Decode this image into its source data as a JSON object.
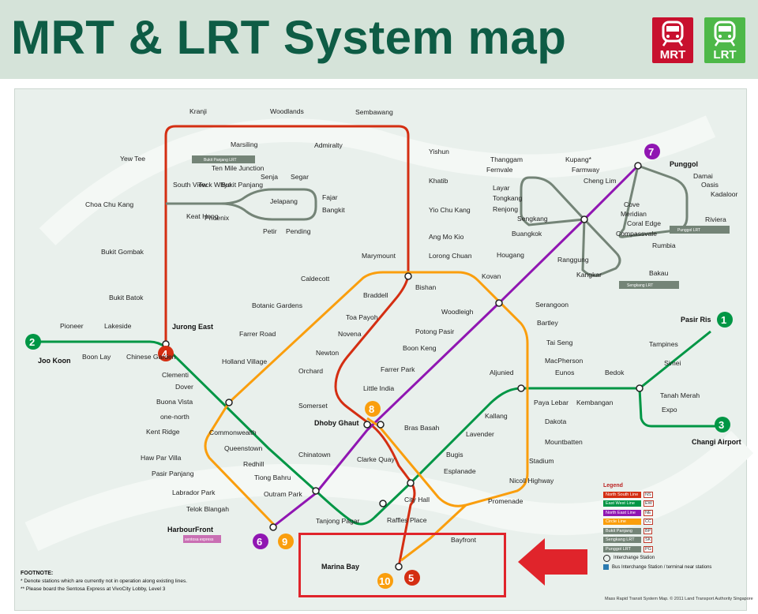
{
  "title": "MRT & LRT System map",
  "logos": {
    "mrt": "MRT",
    "lrt": "LRT"
  },
  "colors": {
    "ns": "#d42e12",
    "ew": "#009645",
    "ne": "#9016b2",
    "cc": "#fa9e0d",
    "lrt": "#748477",
    "header_bg": "#d5e3d9",
    "title": "#0e5c45",
    "highlight": "#e0242b"
  },
  "footnote": {
    "heading": "FOOTNOTE:",
    "lines": [
      "*  Denote stations which are currently not in operation along existing lines.",
      "**  Please board the Sentosa Express at VivoCity Lobby, Level 3"
    ]
  },
  "credit": "Mass Rapid Transit System Map. © 2011  Land Transport Authority  Singapore",
  "legend": {
    "title": "Legend",
    "items": [
      {
        "label": "North South Line",
        "code": "NS"
      },
      {
        "label": "East West Line",
        "code": "EW"
      },
      {
        "label": "North East Line",
        "code": "NE"
      },
      {
        "label": "Circle Line",
        "code": "CC"
      },
      {
        "label": "Bukit Panjang LRT",
        "code": "BP"
      },
      {
        "label": "Sengkang LRT",
        "code": "SK"
      },
      {
        "label": "Punggol LRT",
        "code": "PG"
      }
    ],
    "interchange": "Interchange Station",
    "bus": "Bus Interchange Station / terminal near stations"
  },
  "line_numbers": [
    "1",
    "2",
    "3",
    "4",
    "5",
    "6",
    "7",
    "8",
    "9",
    "10"
  ],
  "stations": {
    "kranji": "Kranji",
    "woodlands": "Woodlands",
    "sembawang": "Sembawang",
    "marsiling": "Marsiling",
    "admiralty": "Admiralty",
    "yew_tee": "Yew Tee",
    "yishun": "Yishun",
    "khatib": "Khatib",
    "yio_chu_kang": "Yio Chu Kang",
    "ang_mo_kio": "Ang Mo Kio",
    "choa_chu_kang": "Choa Chu Kang",
    "bukit_gombak": "Bukit Gombak",
    "bukit_batok": "Bukit Batok",
    "jurong_east": "Jurong East",
    "bishan": "Bishan",
    "braddell": "Braddell",
    "toa_payoh": "Toa Payoh",
    "novena": "Novena",
    "newton": "Newton",
    "orchard": "Orchard",
    "somerset": "Somerset",
    "dhoby_ghaut": "Dhoby Ghaut",
    "city_hall": "City Hall",
    "raffles_place": "Raffles Place",
    "marina_bay": "Marina Bay",
    "pioneer": "Pioneer",
    "lakeside": "Lakeside",
    "joo_koon": "Joo Koon",
    "boon_lay": "Boon Lay",
    "chinese_garden": "Chinese Garden",
    "clementi": "Clementi",
    "dover": "Dover",
    "buona_vista": "Buona Vista",
    "commonwealth": "Commonwealth",
    "queenstown": "Queenstown",
    "redhill": "Redhill",
    "tiong_bahru": "Tiong Bahru",
    "outram_park": "Outram Park",
    "tanjong_pagar": "Tanjong Pagar",
    "bugis": "Bugis",
    "lavender": "Lavender",
    "kallang": "Kallang",
    "aljunied": "Aljunied",
    "paya_lebar": "Paya Lebar",
    "eunos": "Eunos",
    "kembangan": "Kembangan",
    "bedok": "Bedok",
    "tanah_merah": "Tanah Merah",
    "simei": "Simei",
    "tampines": "Tampines",
    "pasir_ris": "Pasir Ris",
    "expo": "Expo",
    "changi_airport": "Changi Airport",
    "harbourfront": "HarbourFront",
    "chinatown": "Chinatown",
    "clarke_quay": "Clarke Quay",
    "little_india": "Little India",
    "farrer_park": "Farrer Park",
    "boon_keng": "Boon Keng",
    "potong_pasir": "Potong Pasir",
    "woodleigh": "Woodleigh",
    "serangoon": "Serangoon",
    "kovan": "Kovan",
    "hougang": "Hougang",
    "buangkok": "Buangkok",
    "sengkang": "Sengkang",
    "punggol": "Punggol",
    "bras_basah": "Bras Basah",
    "esplanade": "Esplanade",
    "promenade": "Promenade",
    "nicoll_highway": "Nicoll Highway",
    "stadium": "Stadium",
    "mountbatten": "Mountbatten",
    "dakota": "Dakota",
    "macpherson": "MacPherson",
    "tai_seng": "Tai Seng",
    "bartley": "Bartley",
    "lorong_chuan": "Lorong Chuan",
    "marymount": "Marymount",
    "caldecott": "Caldecott",
    "botanic_gardens": "Botanic Gardens",
    "farrer_road": "Farrer Road",
    "holland_village": "Holland Village",
    "one_north": "one-north",
    "kent_ridge": "Kent Ridge",
    "haw_par_villa": "Haw Par Villa",
    "pasir_panjang": "Pasir Panjang",
    "labrador_park": "Labrador Park",
    "telok_blangah": "Telok Blangah",
    "bayfront": "Bayfront",
    "south_view": "South View",
    "keat_hong": "Keat Hong",
    "teck_whye": "Teck Whye",
    "phoenix": "Phoenix",
    "bukit_panjang": "Bukit Panjang",
    "petir": "Petir",
    "pending": "Pending",
    "senja": "Senja",
    "jelapang": "Jelapang",
    "segar": "Segar",
    "fajar": "Fajar",
    "bangkit": "Bangkit",
    "ten_mile_junction": "Ten Mile Junction",
    "bukit_panjang_lrt": "Bukit Panjang LRT",
    "thanggam": "Thanggam",
    "kupang": "Kupang*",
    "fernvale": "Fernvale",
    "farmway": "Farmway",
    "layar": "Layar",
    "cheng_lim": "Cheng Lim",
    "tongkang": "Tongkang",
    "renjong": "Renjong",
    "damai": "Damai",
    "oasis": "Oasis",
    "kadaloor": "Kadaloor",
    "riviera": "Riviera",
    "cove": "Cove",
    "meridian": "Meridian",
    "coral_edge": "Coral Edge",
    "compassvale": "Compassvale",
    "rumbia": "Rumbia",
    "bakau": "Bakau",
    "kangkar": "Kangkar",
    "ranggung": "Ranggung",
    "punggol_lrt": "Punggol LRT",
    "sengkang_lrt": "Sengkang LRT",
    "sentosa_express": "sentosa express"
  }
}
